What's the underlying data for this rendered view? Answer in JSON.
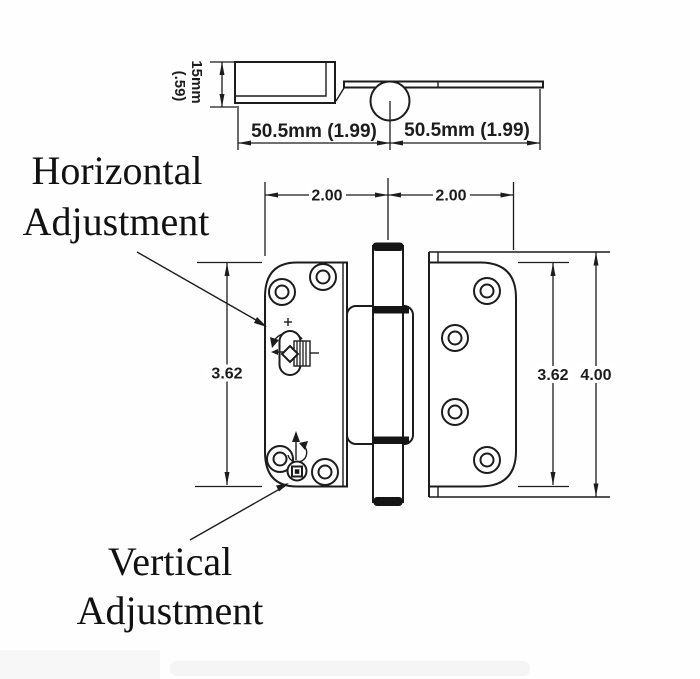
{
  "diagram": {
    "callouts": {
      "horizontal_1": "Horizontal",
      "horizontal_2": "Adjustment",
      "vertical_1": "Vertical",
      "vertical_2": "Adjustment"
    },
    "side_view": {
      "thickness_mm": "15mm",
      "thickness_in": "(.59)",
      "width_left": "50.5mm (1.99)",
      "width_right": "50.5mm (1.99)"
    },
    "front_view": {
      "half_width_left": "2.00",
      "half_width_right": "2.00",
      "leaf_height_left": "3.62",
      "leaf_height_right": "3.62",
      "overall_height": "4.00"
    },
    "colors": {
      "line": "#1c1c1c",
      "background": "#ffffff"
    }
  }
}
